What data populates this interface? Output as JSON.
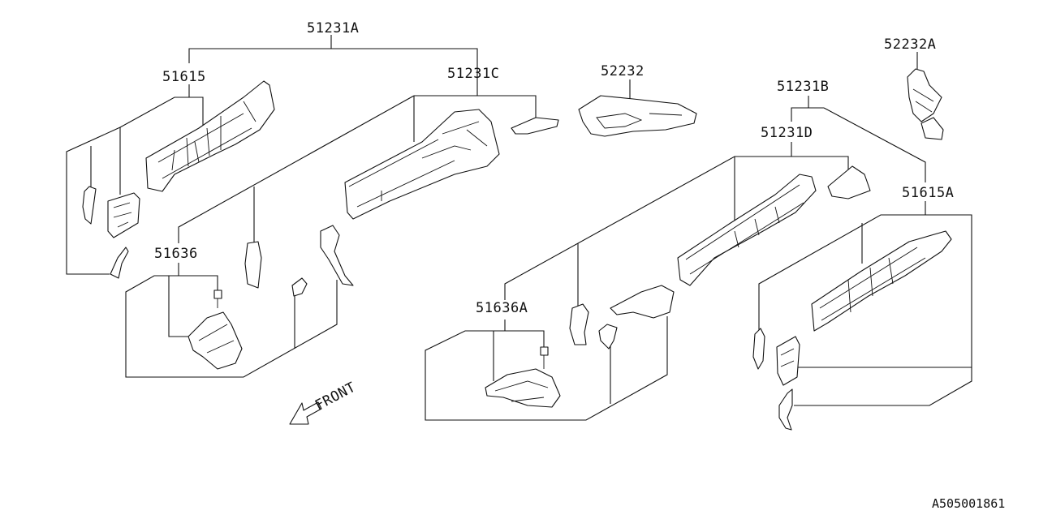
{
  "labels": {
    "p51231A": "51231A",
    "p51615": "51615",
    "p51231C": "51231C",
    "p52232": "52232",
    "p52232A": "52232A",
    "p51231B": "51231B",
    "p51231D": "51231D",
    "p51615A": "51615A",
    "p51636": "51636",
    "p51636A": "51636A"
  },
  "front_label": "FRONT",
  "reference_code": "A505001861"
}
